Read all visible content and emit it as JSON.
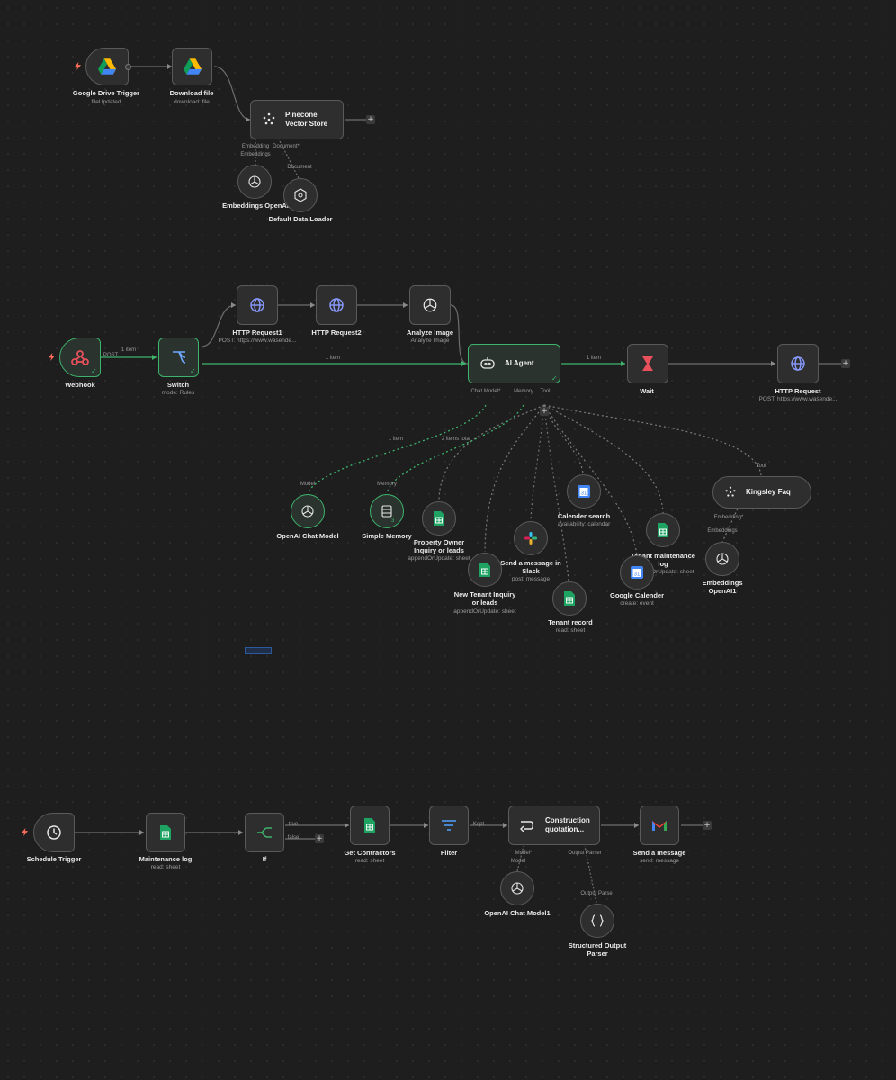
{
  "workflow1": {
    "google_drive_trigger": {
      "name": "Google Drive Trigger",
      "sub": "fileUpdated"
    },
    "download_file": {
      "name": "Download file",
      "sub": "download: file"
    },
    "pinecone": {
      "name": "Pinecone Vector Store"
    },
    "embeddings_openai": {
      "name": "Embeddings OpenAI"
    },
    "default_data_loader": {
      "name": "Default Data Loader"
    },
    "labels": {
      "embedding": "Embedding",
      "document": "Document*",
      "embeddings": "Embeddings",
      "document2": "Document"
    }
  },
  "workflow2": {
    "webhook": {
      "name": "Webhook",
      "edge": "POST"
    },
    "switch": {
      "name": "Switch",
      "sub": "mode: Rules"
    },
    "http_request1": {
      "name": "HTTP Request1",
      "sub": "POST: https://www.wasende..."
    },
    "http_request2": {
      "name": "HTTP Request2"
    },
    "analyze_image": {
      "name": "Analyze Image",
      "sub": "Analyze Image"
    },
    "ai_agent": {
      "name": "AI Agent"
    },
    "wait": {
      "name": "Wait"
    },
    "http_request": {
      "name": "HTTP Request",
      "sub": "POST: https://www.wasende..."
    },
    "openai_chat_model": {
      "name": "OpenAI Chat Model"
    },
    "simple_memory": {
      "name": "Simple Memory"
    },
    "property_owner": {
      "name": "Property Owner Inquiry or leads",
      "sub": "appendOrUpdate: sheet"
    },
    "new_tenant": {
      "name": "New Tenant Inquiry or leads",
      "sub": "appendOrUpdate: sheet"
    },
    "slack": {
      "name": "Send a message in Slack",
      "sub": "post: message"
    },
    "calendar_search": {
      "name": "Calender search",
      "sub": "availability: calendar"
    },
    "tenant_record": {
      "name": "Tenant record",
      "sub": "read: sheet"
    },
    "google_calender": {
      "name": "Google Calender",
      "sub": "create: event"
    },
    "tenant_maintenance": {
      "name": "Tenant maintenance log",
      "sub": "appendOrUpdate: sheet"
    },
    "kingsley_faq": {
      "name": "Kingsley Faq"
    },
    "embeddings_openai1": {
      "name": "Embeddings OpenAI1"
    },
    "labels": {
      "one_item_a": "1 item",
      "one_item_b": "1 item",
      "one_item_c": "1 item",
      "one_item_d": "1 item",
      "two_items": "2 items total",
      "chat_model": "Chat Model*",
      "memory": "Memory",
      "tool": "Tool",
      "model": "Model",
      "memory2": "Memory",
      "tool2": "Tool",
      "embedding": "Embedding*",
      "embeddings": "Embeddings",
      "badge_memory": "3"
    }
  },
  "workflow3": {
    "schedule_trigger": {
      "name": "Schedule Trigger"
    },
    "maintenance_log": {
      "name": "Maintenance log",
      "sub": "read: sheet"
    },
    "if_node": {
      "name": "If",
      "true_label": "true",
      "false_label": "false"
    },
    "get_contractors": {
      "name": "Get Contractors",
      "sub": "read: sheet"
    },
    "filter": {
      "name": "Filter",
      "kept": "Kept"
    },
    "construction": {
      "name": "Construction quotation..."
    },
    "send_message": {
      "name": "Send a message",
      "sub": "send: message"
    },
    "openai_chat_model1": {
      "name": "OpenAI Chat Model1"
    },
    "structured_output": {
      "name": "Structured Output Parser"
    },
    "labels": {
      "model": "Model*",
      "output_parser": "Output Parser",
      "model2": "Model",
      "output_parser2": "Output Parse"
    }
  },
  "colors": {
    "canvas": "#1e1e1e",
    "node": "#2e2e2e",
    "border": "#5a5a5a",
    "active": "#3db36b",
    "trigger_bolt": "#ff6d5a"
  }
}
